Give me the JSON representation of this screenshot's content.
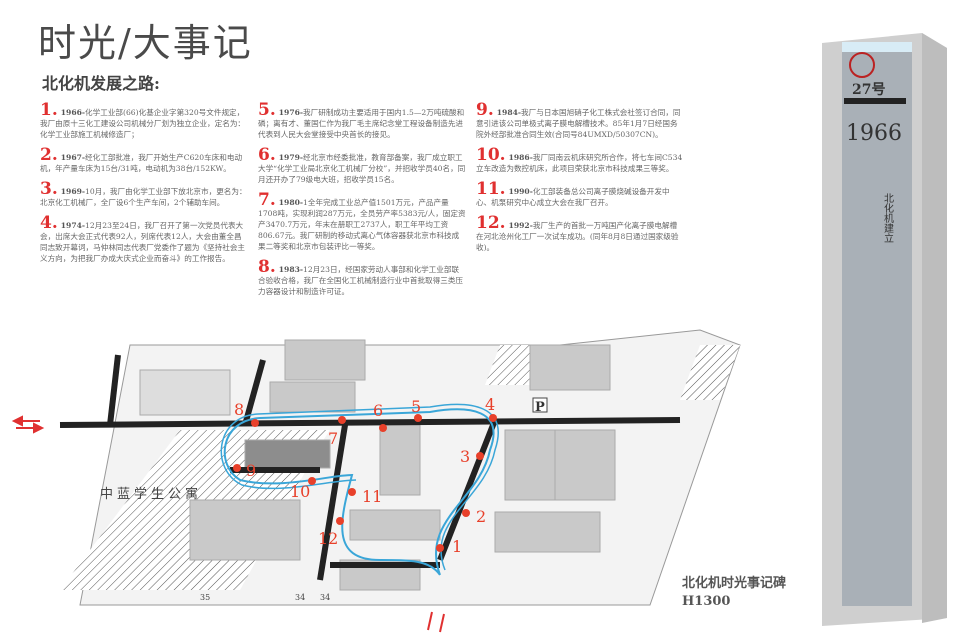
{
  "header": {
    "title": "时光/大事记",
    "subtitle": "北化机发展之路:"
  },
  "entries": [
    {
      "num": "1.",
      "year": "1966-",
      "text": "化学工业部(66)化基企业字第320号文件规定，我厂由原十三化工建设公司机械分厂划为独立企业，定名为：化学工业部施工机械修造厂；"
    },
    {
      "num": "2.",
      "year": "1967-",
      "text": "经化工部批准，我厂开始生产C620车床和电动机，年产量车床为15台/31吨，电动机为38台/152KW。"
    },
    {
      "num": "3.",
      "year": "1969-",
      "text": "10月，我厂由化学工业部下放北京市，更名为：北京化工机械厂，全厂设6个生产车间，2个辅助车间。"
    },
    {
      "num": "4.",
      "year": "1974-",
      "text": "12月23至24日，我厂召开了第一次党员代表大会，出席大会正式代表92人，列席代表12人，大会由董全昌同志致开幕词，马仲林同志代表厂党委作了题为《坚持社会主义方向，为把我厂办成大庆式企业而奋斗》的工作报告。"
    },
    {
      "num": "5.",
      "year": "1976-",
      "text": "我厂研制成功主要适用于国内1.5—2万吨硫酸和磷；离有才、董国仁作为我厂毛主席纪念堂工程设备制造先进代表到人民大会堂接受中央首长的接见。"
    },
    {
      "num": "6.",
      "year": "1979-",
      "text": "经北京市经委批准，教育部备案，我厂成立职工大学“化学工业局北京化工机械厂分校”，并招收学员40名，同月还开办了79级电大班，招收学员15名。"
    },
    {
      "num": "7.",
      "year": "1980-",
      "text": "1全年完成工业总产值1501万元，产品产量1708吨，实现利润287万元，全员劳产率5383元/人，固定资产3470.7万元，年末在册职工2737人，职工年平均工资806.67元。我厂研制的移动式离心气体容器获北京市科技成果二等奖和北京市包装评比一等奖。"
    },
    {
      "num": "8.",
      "year": "1983-",
      "text": "12月23日，经国家劳动人事部和化学工业部联合验收合格，我厂在全国化工机械制造行业中首批取得三类压力容器设计和制造许可证。"
    },
    {
      "num": "9.",
      "year": "1984-",
      "text": "我厂与日本国旭硝子化工株式会社签订合同，同意引进该公司单极式离子膜电解槽技术。85年1月7日经国务院外经部批准合同生效(合同号84UMXD/50307CN)。"
    },
    {
      "num": "10.",
      "year": "1986-",
      "text": "我厂同南云机床研究所合作，将七车间C534立车改造为数控机床，此项目荣获北京市科技成果三等奖。"
    },
    {
      "num": "11.",
      "year": "1990-",
      "text": "化工部装备总公司离子膜烧碱设备开发中心、机泵研究中心成立大会在我厂召开。"
    },
    {
      "num": "12.",
      "year": "1992-",
      "text": "我厂生产的首批一万吨国产化离子膜电解槽在河北沧州化工厂一次试车成功。(同年8月8日通过国家级验收)。"
    }
  ],
  "map": {
    "markers": [
      "1",
      "2",
      "3",
      "4",
      "5",
      "6",
      "7",
      "8",
      "9",
      "10",
      "11",
      "12"
    ],
    "apartment_label": "中蓝学生公寓",
    "lot_numbers": [
      "35",
      "34",
      "34"
    ],
    "parking_label": "P",
    "route_color": "#3aa6d8",
    "marker_color": "#e8402a"
  },
  "monument": {
    "year": "1966",
    "heading": "北化机建立",
    "badge": "27号"
  },
  "caption": {
    "name": "北化机时光事记碑",
    "height": "H1300"
  }
}
